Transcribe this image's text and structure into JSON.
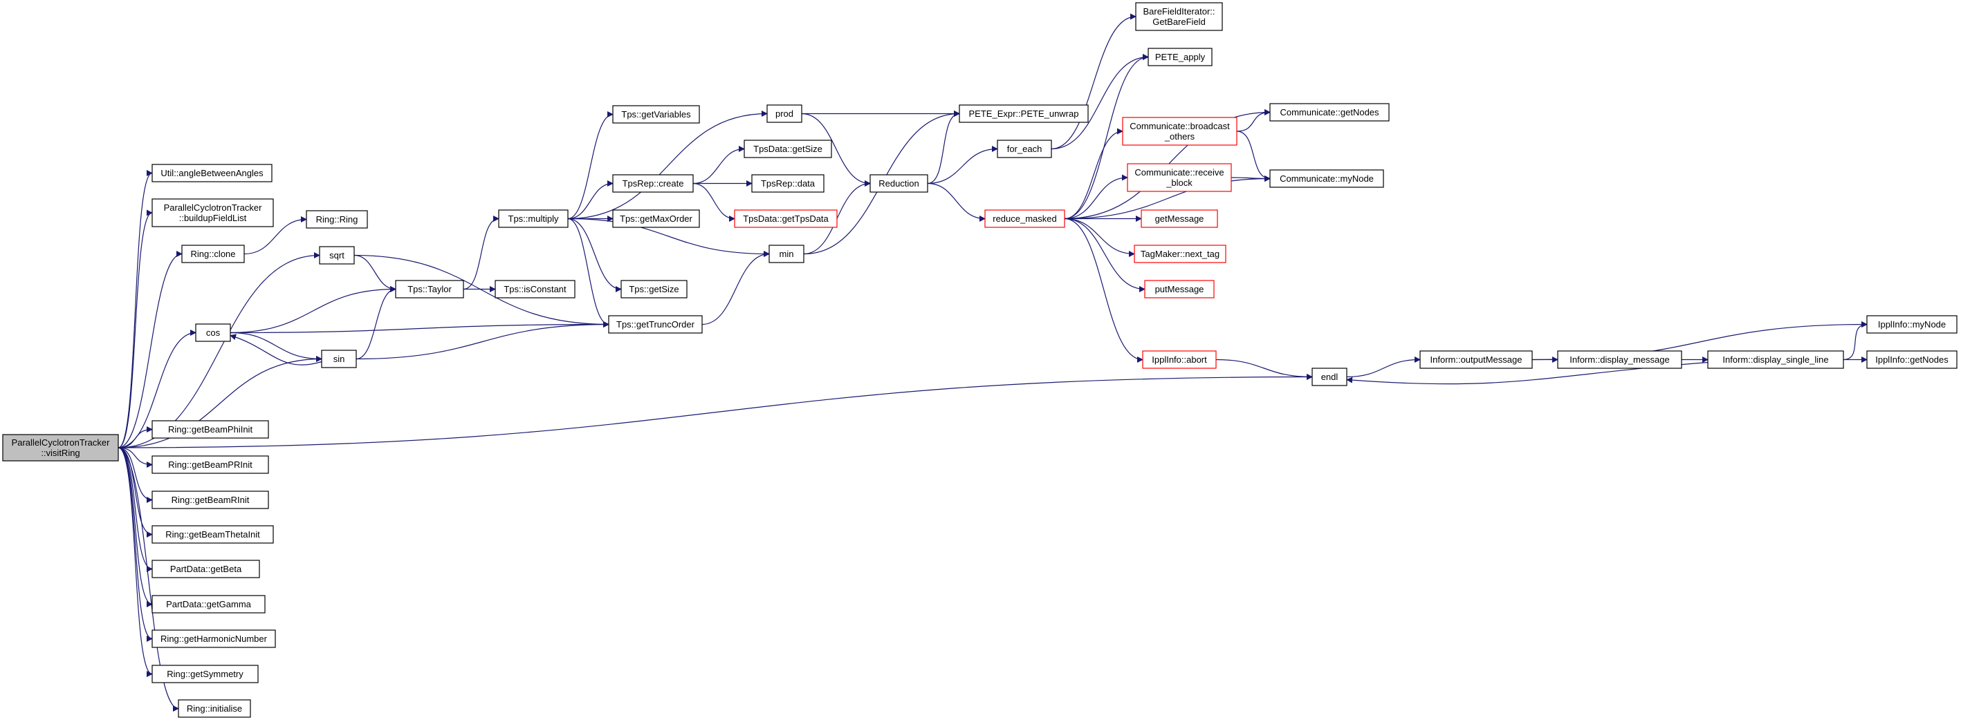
{
  "colors": {
    "edge": "#191970",
    "box_border": "#000000",
    "box_border_truncated": "#ff0000",
    "root_fill": "#bfbfbf",
    "box_fill": "#ffffff"
  },
  "nodes": [
    {
      "id": "visitRing",
      "lines": [
        "ParallelCyclotronTracker",
        "::visitRing"
      ],
      "root": true
    },
    {
      "id": "angleBetween",
      "lines": [
        "Util::angleBetweenAngles"
      ]
    },
    {
      "id": "buildupField",
      "lines": [
        "ParallelCyclotronTracker",
        "::buildupFieldList"
      ]
    },
    {
      "id": "clone",
      "lines": [
        "Ring::clone"
      ]
    },
    {
      "id": "ringRing",
      "lines": [
        "Ring::Ring"
      ]
    },
    {
      "id": "sqrt",
      "lines": [
        "sqrt"
      ]
    },
    {
      "id": "cos",
      "lines": [
        "cos"
      ]
    },
    {
      "id": "sin",
      "lines": [
        "sin"
      ]
    },
    {
      "id": "taylor",
      "lines": [
        "Tps::Taylor"
      ]
    },
    {
      "id": "isConstant",
      "lines": [
        "Tps::isConstant"
      ]
    },
    {
      "id": "multiply",
      "lines": [
        "Tps::multiply"
      ]
    },
    {
      "id": "getVariables",
      "lines": [
        "Tps::getVariables"
      ]
    },
    {
      "id": "tpsrepCreate",
      "lines": [
        "TpsRep::create"
      ]
    },
    {
      "id": "getMaxOrder",
      "lines": [
        "Tps::getMaxOrder"
      ]
    },
    {
      "id": "tpsGetSize",
      "lines": [
        "Tps::getSize"
      ]
    },
    {
      "id": "getTruncOrder",
      "lines": [
        "Tps::getTruncOrder"
      ]
    },
    {
      "id": "tpsdataGetSize",
      "lines": [
        "TpsData::getSize"
      ]
    },
    {
      "id": "tpsrepData",
      "lines": [
        "TpsRep::data"
      ]
    },
    {
      "id": "getTpsData",
      "lines": [
        "TpsData::getTpsData"
      ],
      "truncated": true
    },
    {
      "id": "prod",
      "lines": [
        "prod"
      ]
    },
    {
      "id": "min",
      "lines": [
        "min"
      ]
    },
    {
      "id": "reduction",
      "lines": [
        "Reduction"
      ]
    },
    {
      "id": "peteUnwrap",
      "lines": [
        "PETE_Expr::PETE_unwrap"
      ]
    },
    {
      "id": "forEach",
      "lines": [
        "for_each"
      ]
    },
    {
      "id": "reduceMasked",
      "lines": [
        "reduce_masked"
      ],
      "truncated": true
    },
    {
      "id": "bareField",
      "lines": [
        "BareFieldIterator::",
        "GetBareField"
      ]
    },
    {
      "id": "peteApply",
      "lines": [
        "PETE_apply"
      ]
    },
    {
      "id": "broadcastOthers",
      "lines": [
        "Communicate::broadcast",
        "_others"
      ],
      "truncated": true
    },
    {
      "id": "receiveBlock",
      "lines": [
        "Communicate::receive",
        "_block"
      ],
      "truncated": true
    },
    {
      "id": "getNodes",
      "lines": [
        "Communicate::getNodes"
      ]
    },
    {
      "id": "myNode",
      "lines": [
        "Communicate::myNode"
      ]
    },
    {
      "id": "getMessage",
      "lines": [
        "getMessage"
      ],
      "truncated": true
    },
    {
      "id": "nextTag",
      "lines": [
        "TagMaker::next_tag"
      ],
      "truncated": true
    },
    {
      "id": "putMessage",
      "lines": [
        "putMessage"
      ],
      "truncated": true
    },
    {
      "id": "abort",
      "lines": [
        "IpplInfo::abort"
      ],
      "truncated": true
    },
    {
      "id": "endl",
      "lines": [
        "endl"
      ]
    },
    {
      "id": "outputMessage",
      "lines": [
        "Inform::outputMessage"
      ]
    },
    {
      "id": "displayMessage",
      "lines": [
        "Inform::display_message"
      ]
    },
    {
      "id": "displaySingleLine",
      "lines": [
        "Inform::display_single_line"
      ]
    },
    {
      "id": "ipplMyNode",
      "lines": [
        "IpplInfo::myNode"
      ]
    },
    {
      "id": "ipplGetNodes",
      "lines": [
        "IpplInfo::getNodes"
      ]
    },
    {
      "id": "phiInit",
      "lines": [
        "Ring::getBeamPhiInit"
      ]
    },
    {
      "id": "prInit",
      "lines": [
        "Ring::getBeamPRInit"
      ]
    },
    {
      "id": "rInit",
      "lines": [
        "Ring::getBeamRInit"
      ]
    },
    {
      "id": "thetaInit",
      "lines": [
        "Ring::getBeamThetaInit"
      ]
    },
    {
      "id": "getBeta",
      "lines": [
        "PartData::getBeta"
      ]
    },
    {
      "id": "getGamma",
      "lines": [
        "PartData::getGamma"
      ]
    },
    {
      "id": "harmonic",
      "lines": [
        "Ring::getHarmonicNumber"
      ]
    },
    {
      "id": "symmetry",
      "lines": [
        "Ring::getSymmetry"
      ]
    },
    {
      "id": "initialise",
      "lines": [
        "Ring::initialise"
      ]
    }
  ],
  "edges": [
    [
      "visitRing",
      "angleBetween"
    ],
    [
      "visitRing",
      "buildupField"
    ],
    [
      "visitRing",
      "clone"
    ],
    [
      "visitRing",
      "sqrt"
    ],
    [
      "visitRing",
      "cos"
    ],
    [
      "visitRing",
      "sin"
    ],
    [
      "visitRing",
      "endl"
    ],
    [
      "visitRing",
      "phiInit"
    ],
    [
      "visitRing",
      "prInit"
    ],
    [
      "visitRing",
      "rInit"
    ],
    [
      "visitRing",
      "thetaInit"
    ],
    [
      "visitRing",
      "getBeta"
    ],
    [
      "visitRing",
      "getGamma"
    ],
    [
      "visitRing",
      "harmonic"
    ],
    [
      "visitRing",
      "symmetry"
    ],
    [
      "visitRing",
      "initialise"
    ],
    [
      "clone",
      "ringRing"
    ],
    [
      "sqrt",
      "taylor"
    ],
    [
      "sqrt",
      "getTruncOrder"
    ],
    [
      "cos",
      "taylor"
    ],
    [
      "cos",
      "getTruncOrder"
    ],
    [
      "cos",
      "sin"
    ],
    [
      "sin",
      "cos"
    ],
    [
      "sin",
      "taylor"
    ],
    [
      "sin",
      "getTruncOrder"
    ],
    [
      "taylor",
      "isConstant"
    ],
    [
      "taylor",
      "multiply"
    ],
    [
      "multiply",
      "getVariables"
    ],
    [
      "multiply",
      "prod"
    ],
    [
      "multiply",
      "tpsrepCreate"
    ],
    [
      "multiply",
      "getMaxOrder"
    ],
    [
      "multiply",
      "tpsGetSize"
    ],
    [
      "multiply",
      "getTruncOrder"
    ],
    [
      "multiply",
      "min"
    ],
    [
      "tpsrepCreate",
      "tpsdataGetSize"
    ],
    [
      "tpsrepCreate",
      "tpsrepData"
    ],
    [
      "tpsrepCreate",
      "getTpsData"
    ],
    [
      "getTruncOrder",
      "min"
    ],
    [
      "prod",
      "peteUnwrap"
    ],
    [
      "prod",
      "reduction"
    ],
    [
      "min",
      "peteUnwrap"
    ],
    [
      "min",
      "reduction"
    ],
    [
      "reduction",
      "peteUnwrap"
    ],
    [
      "reduction",
      "forEach"
    ],
    [
      "reduction",
      "reduceMasked"
    ],
    [
      "forEach",
      "bareField"
    ],
    [
      "forEach",
      "peteApply"
    ],
    [
      "reduceMasked",
      "peteApply"
    ],
    [
      "reduceMasked",
      "getNodes"
    ],
    [
      "reduceMasked",
      "broadcastOthers"
    ],
    [
      "reduceMasked",
      "receiveBlock"
    ],
    [
      "reduceMasked",
      "myNode"
    ],
    [
      "reduceMasked",
      "getMessage"
    ],
    [
      "reduceMasked",
      "nextTag"
    ],
    [
      "reduceMasked",
      "putMessage"
    ],
    [
      "reduceMasked",
      "abort"
    ],
    [
      "broadcastOthers",
      "getNodes"
    ],
    [
      "broadcastOthers",
      "myNode"
    ],
    [
      "receiveBlock",
      "myNode"
    ],
    [
      "abort",
      "endl"
    ],
    [
      "endl",
      "outputMessage"
    ],
    [
      "outputMessage",
      "displayMessage"
    ],
    [
      "outputMessage",
      "ipplMyNode"
    ],
    [
      "displayMessage",
      "displaySingleLine"
    ],
    [
      "displaySingleLine",
      "endl"
    ],
    [
      "displaySingleLine",
      "ipplMyNode"
    ],
    [
      "displaySingleLine",
      "ipplGetNodes"
    ]
  ]
}
